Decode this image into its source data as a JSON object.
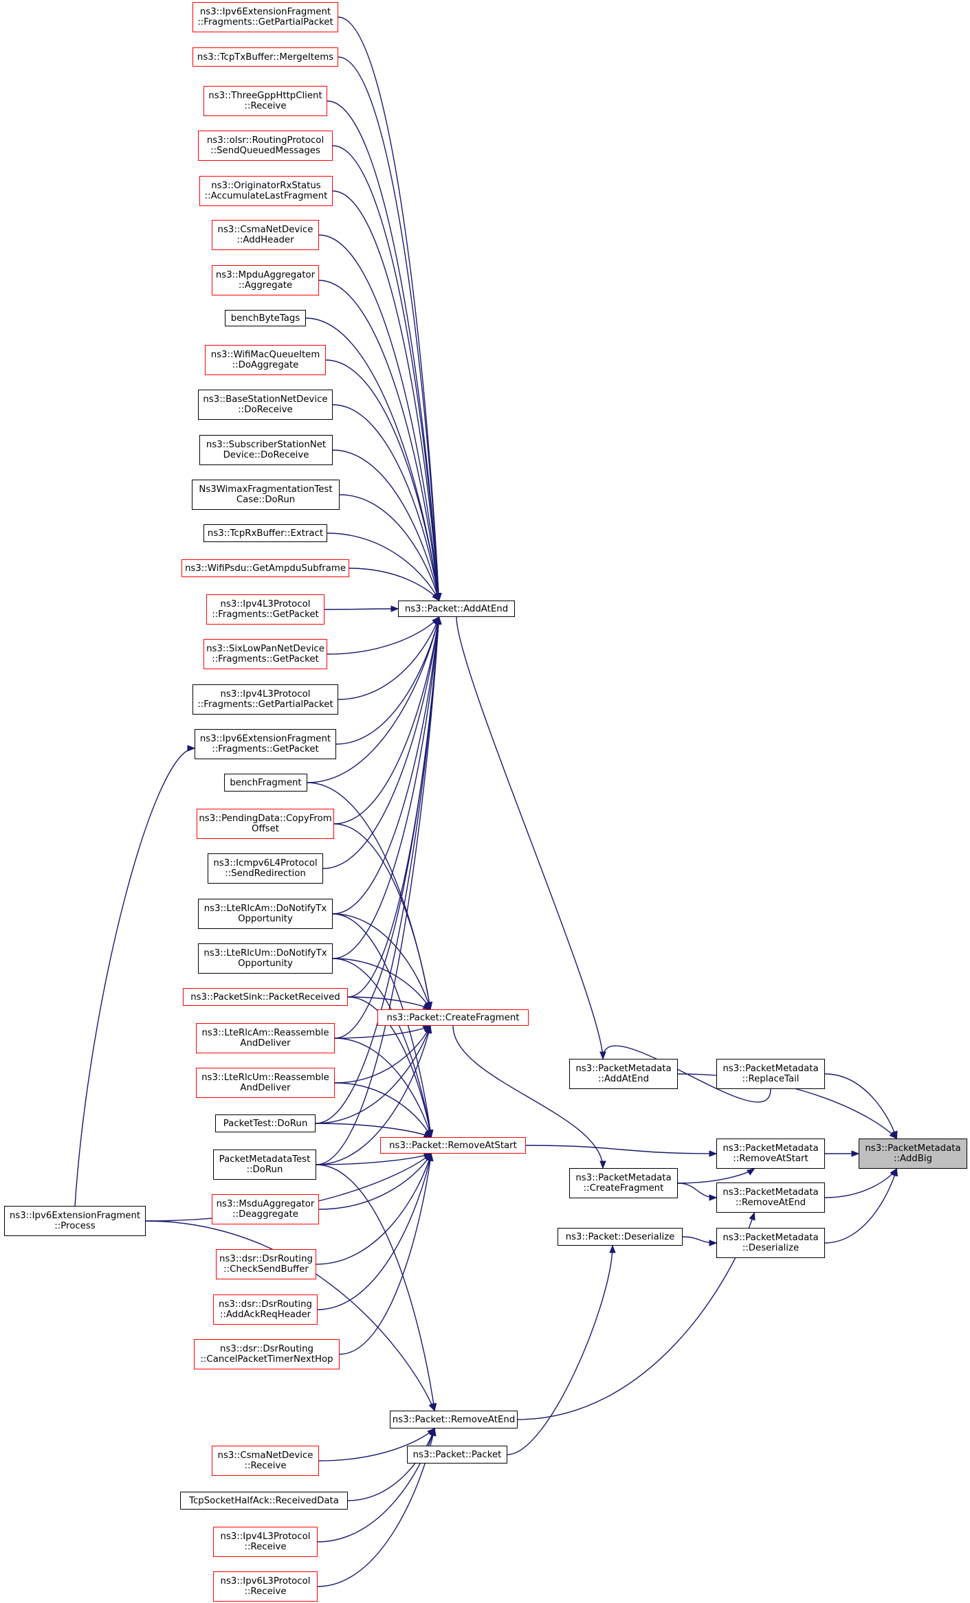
{
  "nodes": [
    {
      "id": "ipv6frag_getpartial",
      "lines": [
        "ns3::Ipv6ExtensionFragment",
        "::Fragments::GetPartialPacket"
      ],
      "color": "red"
    },
    {
      "id": "tcptx_merge",
      "lines": [
        "ns3::TcpTxBuffer::MergeItems"
      ],
      "color": "red"
    },
    {
      "id": "threegpp_receive",
      "lines": [
        "ns3::ThreeGppHttpClient",
        "::Receive"
      ],
      "color": "red"
    },
    {
      "id": "olsr_send",
      "lines": [
        "ns3::olsr::RoutingProtocol",
        "::SendQueuedMessages"
      ],
      "color": "red"
    },
    {
      "id": "originator_accum",
      "lines": [
        "ns3::OriginatorRxStatus",
        "::AccumulateLastFragment"
      ],
      "color": "red"
    },
    {
      "id": "csma_addheader",
      "lines": [
        "ns3::CsmaNetDevice",
        "::AddHeader"
      ],
      "color": "red"
    },
    {
      "id": "mpdu_aggregate",
      "lines": [
        "ns3::MpduAggregator",
        "::Aggregate"
      ],
      "color": "red"
    },
    {
      "id": "bench_bytetags",
      "lines": [
        "benchByteTags"
      ],
      "color": "black"
    },
    {
      "id": "wifimacqueue_doagg",
      "lines": [
        "ns3::WifiMacQueueItem",
        "::DoAggregate"
      ],
      "color": "red"
    },
    {
      "id": "basestation_doreceive",
      "lines": [
        "ns3::BaseStationNetDevice",
        "::DoReceive"
      ],
      "color": "black"
    },
    {
      "id": "subscriber_doreceive",
      "lines": [
        "ns3::SubscriberStationNet",
        "Device::DoReceive"
      ],
      "color": "black"
    },
    {
      "id": "wimax_fragtest",
      "lines": [
        "Ns3WimaxFragmentationTest",
        "Case::DoRun"
      ],
      "color": "black"
    },
    {
      "id": "tcprx_extract",
      "lines": [
        "ns3::TcpRxBuffer::Extract"
      ],
      "color": "black"
    },
    {
      "id": "wifipsdu_getampdu",
      "lines": [
        "ns3::WifiPsdu::GetAmpduSubframe"
      ],
      "color": "red"
    },
    {
      "id": "ipv4l3_getpacket",
      "lines": [
        "ns3::Ipv4L3Protocol",
        "::Fragments::GetPacket"
      ],
      "color": "red"
    },
    {
      "id": "sixlowpan_getpacket",
      "lines": [
        "ns3::SixLowPanNetDevice",
        "::Fragments::GetPacket"
      ],
      "color": "red"
    },
    {
      "id": "ipv4l3_getpartial",
      "lines": [
        "ns3::Ipv4L3Protocol",
        "::Fragments::GetPartialPacket"
      ],
      "color": "black"
    },
    {
      "id": "ipv6frag_getpacket",
      "lines": [
        "ns3::Ipv6ExtensionFragment",
        "::Fragments::GetPacket"
      ],
      "color": "black"
    },
    {
      "id": "bench_fragment",
      "lines": [
        "benchFragment"
      ],
      "color": "black"
    },
    {
      "id": "pendingdata_copy",
      "lines": [
        "ns3::PendingData::CopyFrom",
        "Offset"
      ],
      "color": "red"
    },
    {
      "id": "icmpv6_sendredirect",
      "lines": [
        "ns3::Icmpv6L4Protocol",
        "::SendRedirection"
      ],
      "color": "black"
    },
    {
      "id": "lterlcam_notify",
      "lines": [
        "ns3::LteRlcAm::DoNotifyTx",
        "Opportunity"
      ],
      "color": "black"
    },
    {
      "id": "lterlcum_notify",
      "lines": [
        "ns3::LteRlcUm::DoNotifyTx",
        "Opportunity"
      ],
      "color": "black"
    },
    {
      "id": "packetsink_received",
      "lines": [
        "ns3::PacketSink::PacketReceived"
      ],
      "color": "red"
    },
    {
      "id": "lterlcam_reassemble",
      "lines": [
        "ns3::LteRlcAm::Reassemble",
        "AndDeliver"
      ],
      "color": "red"
    },
    {
      "id": "lterlcum_reassemble",
      "lines": [
        "ns3::LteRlcUm::Reassemble",
        "AndDeliver"
      ],
      "color": "red"
    },
    {
      "id": "packettest_dorun",
      "lines": [
        "PacketTest::DoRun"
      ],
      "color": "black"
    },
    {
      "id": "packetmetadatatest_dorun",
      "lines": [
        "PacketMetadataTest",
        "::DoRun"
      ],
      "color": "black"
    },
    {
      "id": "msdu_deaggregate",
      "lines": [
        "ns3::MsduAggregator",
        "::Deaggregate"
      ],
      "color": "red"
    },
    {
      "id": "ipv6frag_process",
      "lines": [
        "ns3::Ipv6ExtensionFragment",
        "::Process"
      ],
      "color": "black"
    },
    {
      "id": "dsr_checksend",
      "lines": [
        "ns3::dsr::DsrRouting",
        "::CheckSendBuffer"
      ],
      "color": "red"
    },
    {
      "id": "dsr_addackreq",
      "lines": [
        "ns3::dsr::DsrRouting",
        "::AddAckReqHeader"
      ],
      "color": "red"
    },
    {
      "id": "dsr_cancelpacket",
      "lines": [
        "ns3::dsr::DsrRouting",
        "::CancelPacketTimerNextHop"
      ],
      "color": "red"
    },
    {
      "id": "csma_receive",
      "lines": [
        "ns3::CsmaNetDevice",
        "::Receive"
      ],
      "color": "red"
    },
    {
      "id": "tcpsockethalfack",
      "lines": [
        "TcpSocketHalfAck::ReceivedData"
      ],
      "color": "black"
    },
    {
      "id": "ipv4l3_receive",
      "lines": [
        "ns3::Ipv4L3Protocol",
        "::Receive"
      ],
      "color": "red"
    },
    {
      "id": "ipv6l3_receive",
      "lines": [
        "ns3::Ipv6L3Protocol",
        "::Receive"
      ],
      "color": "red"
    },
    {
      "id": "packet_addatend",
      "lines": [
        "ns3::Packet::AddAtEnd"
      ],
      "color": "black"
    },
    {
      "id": "packet_createfragment",
      "lines": [
        "ns3::Packet::CreateFragment"
      ],
      "color": "red"
    },
    {
      "id": "packet_removeatstart",
      "lines": [
        "ns3::Packet::RemoveAtStart"
      ],
      "color": "red"
    },
    {
      "id": "packet_removeatend",
      "lines": [
        "ns3::Packet::RemoveAtEnd"
      ],
      "color": "black"
    },
    {
      "id": "packet_packet",
      "lines": [
        "ns3::Packet::Packet"
      ],
      "color": "black"
    },
    {
      "id": "packet_deserialize",
      "lines": [
        "ns3::Packet::Deserialize"
      ],
      "color": "black"
    },
    {
      "id": "pm_addatend",
      "lines": [
        "ns3::PacketMetadata",
        "::AddAtEnd"
      ],
      "color": "black"
    },
    {
      "id": "pm_createfragment",
      "lines": [
        "ns3::PacketMetadata",
        "::CreateFragment"
      ],
      "color": "black"
    },
    {
      "id": "pm_replacetail",
      "lines": [
        "ns3::PacketMetadata",
        "::ReplaceTail"
      ],
      "color": "black"
    },
    {
      "id": "pm_removeatstart",
      "lines": [
        "ns3::PacketMetadata",
        "::RemoveAtStart"
      ],
      "color": "black"
    },
    {
      "id": "pm_removeatend",
      "lines": [
        "ns3::PacketMetadata",
        "::RemoveAtEnd"
      ],
      "color": "black"
    },
    {
      "id": "pm_deserialize",
      "lines": [
        "ns3::PacketMetadata",
        "::Deserialize"
      ],
      "color": "black"
    },
    {
      "id": "pm_addbig",
      "lines": [
        "ns3::PacketMetadata",
        "::AddBig"
      ],
      "color": "black",
      "focus": true
    }
  ],
  "edges": [
    [
      "ipv6frag_getpartial",
      "packet_addatend"
    ],
    [
      "tcptx_merge",
      "packet_addatend"
    ],
    [
      "threegpp_receive",
      "packet_addatend"
    ],
    [
      "olsr_send",
      "packet_addatend"
    ],
    [
      "originator_accum",
      "packet_addatend"
    ],
    [
      "csma_addheader",
      "packet_addatend"
    ],
    [
      "mpdu_aggregate",
      "packet_addatend"
    ],
    [
      "bench_bytetags",
      "packet_addatend"
    ],
    [
      "wifimacqueue_doagg",
      "packet_addatend"
    ],
    [
      "basestation_doreceive",
      "packet_addatend"
    ],
    [
      "subscriber_doreceive",
      "packet_addatend"
    ],
    [
      "wimax_fragtest",
      "packet_addatend"
    ],
    [
      "tcprx_extract",
      "packet_addatend"
    ],
    [
      "wifipsdu_getampdu",
      "packet_addatend"
    ],
    [
      "ipv4l3_getpacket",
      "packet_addatend"
    ],
    [
      "sixlowpan_getpacket",
      "packet_addatend"
    ],
    [
      "ipv4l3_getpartial",
      "packet_addatend"
    ],
    [
      "ipv6frag_getpacket",
      "packet_addatend"
    ],
    [
      "bench_fragment",
      "packet_addatend"
    ],
    [
      "pendingdata_copy",
      "packet_addatend"
    ],
    [
      "icmpv6_sendredirect",
      "packet_addatend"
    ],
    [
      "lterlcam_notify",
      "packet_addatend"
    ],
    [
      "lterlcum_notify",
      "packet_addatend"
    ],
    [
      "packetsink_received",
      "packet_addatend"
    ],
    [
      "lterlcam_reassemble",
      "packet_addatend"
    ],
    [
      "packettest_dorun",
      "packet_addatend"
    ],
    [
      "packetmetadatatest_dorun",
      "packet_addatend"
    ],
    [
      "bench_fragment",
      "packet_createfragment"
    ],
    [
      "pendingdata_copy",
      "packet_createfragment"
    ],
    [
      "lterlcam_notify",
      "packet_createfragment"
    ],
    [
      "lterlcum_notify",
      "packet_createfragment"
    ],
    [
      "packetsink_received",
      "packet_createfragment"
    ],
    [
      "lterlcam_reassemble",
      "packet_createfragment"
    ],
    [
      "lterlcum_reassemble",
      "packet_createfragment"
    ],
    [
      "packettest_dorun",
      "packet_createfragment"
    ],
    [
      "packetmetadatatest_dorun",
      "packet_createfragment"
    ],
    [
      "lterlcam_notify",
      "packet_removeatstart"
    ],
    [
      "lterlcum_notify",
      "packet_removeatstart"
    ],
    [
      "packetsink_received",
      "packet_removeatstart"
    ],
    [
      "lterlcam_reassemble",
      "packet_removeatstart"
    ],
    [
      "lterlcum_reassemble",
      "packet_removeatstart"
    ],
    [
      "packettest_dorun",
      "packet_removeatstart"
    ],
    [
      "packetmetadatatest_dorun",
      "packet_removeatstart"
    ],
    [
      "msdu_deaggregate",
      "packet_removeatstart"
    ],
    [
      "ipv6frag_process",
      "packet_removeatstart"
    ],
    [
      "dsr_checksend",
      "packet_removeatstart"
    ],
    [
      "dsr_addackreq",
      "packet_removeatstart"
    ],
    [
      "dsr_cancelpacket",
      "packet_removeatstart"
    ],
    [
      "ipv6frag_process",
      "ipv6frag_getpacket"
    ],
    [
      "ipv6frag_process",
      "packet_removeatend"
    ],
    [
      "packetmetadatatest_dorun",
      "packet_removeatend"
    ],
    [
      "csma_receive",
      "packet_removeatend"
    ],
    [
      "tcpsockethalfack",
      "packet_removeatend"
    ],
    [
      "ipv4l3_receive",
      "packet_removeatend"
    ],
    [
      "ipv6l3_receive",
      "packet_removeatend"
    ],
    [
      "packet_packet",
      "packet_deserialize"
    ],
    [
      "packet_addatend",
      "pm_addatend"
    ],
    [
      "packet_createfragment",
      "pm_createfragment"
    ],
    [
      "packet_removeatstart",
      "pm_removeatstart"
    ],
    [
      "packet_removeatend",
      "pm_removeatend"
    ],
    [
      "packet_deserialize",
      "pm_deserialize"
    ],
    [
      "pm_createfragment",
      "pm_removeatstart"
    ],
    [
      "pm_createfragment",
      "pm_removeatend"
    ],
    [
      "pm_replacetail",
      "pm_addatend"
    ],
    [
      "pm_addatend",
      "pm_addbig"
    ],
    [
      "pm_replacetail",
      "pm_addbig"
    ],
    [
      "pm_removeatstart",
      "pm_addbig"
    ],
    [
      "pm_removeatend",
      "pm_addbig"
    ],
    [
      "pm_deserialize",
      "pm_addbig"
    ]
  ],
  "colors": {
    "edge": "#191970",
    "red_border": "#ff0000",
    "black_border": "#000000",
    "focus_fill": "#bfbfbf"
  }
}
